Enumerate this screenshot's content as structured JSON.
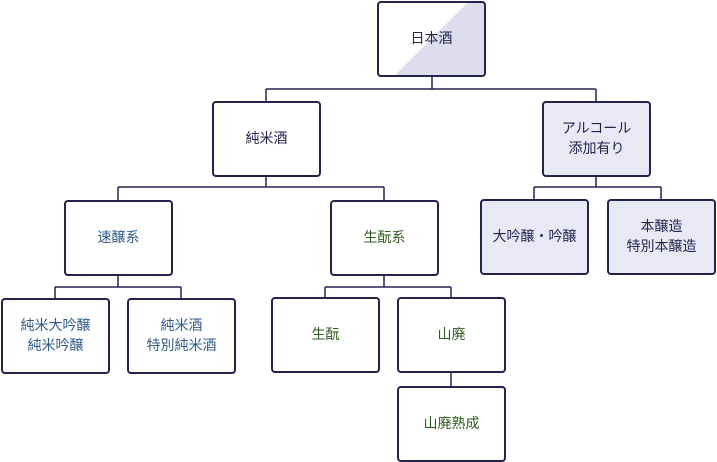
{
  "nodes": {
    "nihonshu": "日本酒",
    "junmaishu": "純米酒",
    "alcohol_added": "アルコール\n添加有り",
    "sokujo": "速醸系",
    "kimoto_group": "生酛系",
    "daiginjo_ginjo": "大吟醸・吟醸",
    "honjozo": "本醸造\n特別本醸造",
    "junmai_daiginjo": "純米大吟醸\n純米吟醸",
    "junmai_tokubetsu": "純米酒\n特別純米酒",
    "kimoto": "生酛",
    "yamahai": "山廃",
    "yamahai_jukusei": "山廃熟成"
  },
  "colors": {
    "border": "#23234f",
    "line": "#23234f",
    "navy_text": "#23234f",
    "blue_text": "#2f5a8c",
    "green_text": "#2e5a1c",
    "fill": "#e9e9f5"
  }
}
